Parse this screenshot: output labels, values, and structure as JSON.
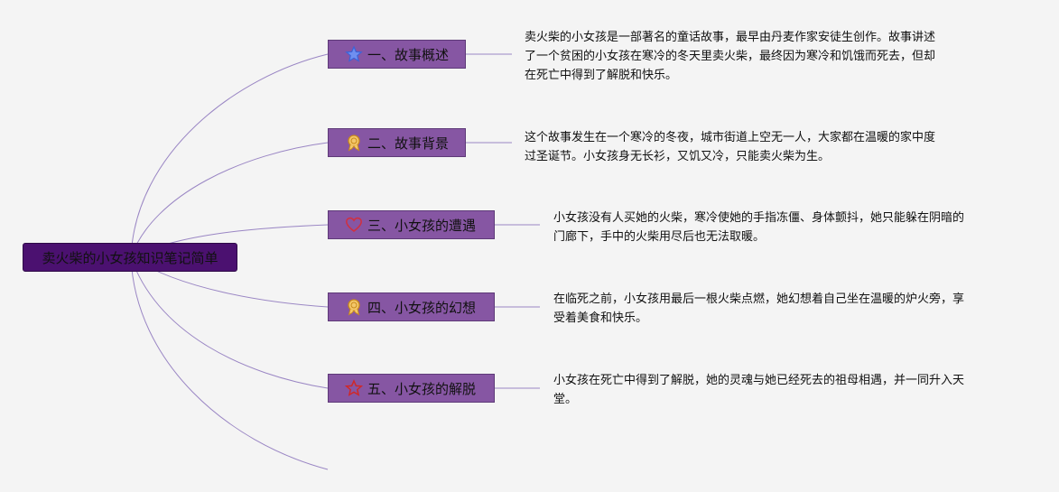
{
  "root": {
    "label": "卖火柴的小女孩知识笔记简单"
  },
  "branches": [
    {
      "label": "一、故事概述",
      "icon": "star-icon",
      "desc_lines": [
        "卖火柴的小女孩是一部著名的童话故事，最早由丹麦作家安徒生创作。故事讲述",
        "了一个贫困的小女孩在寒冷的冬天里卖火柴，最终因为寒冷和饥饿而死去，但却",
        "在死亡中得到了解脱和快乐。"
      ]
    },
    {
      "label": "二、故事背景",
      "icon": "award-ribbon-icon",
      "desc_lines": [
        "这个故事发生在一个寒冷的冬夜，城市街道上空无一人，大家都在温暖的家中度",
        "过圣诞节。小女孩身无长衫，又饥又冷，只能卖火柴为生。"
      ]
    },
    {
      "label": "三、小女孩的遭遇",
      "icon": "heart-icon",
      "desc_lines": [
        "小女孩没有人买她的火柴，寒冷使她的手指冻僵、身体颤抖，她只能躲在阴暗的",
        "门廊下，手中的火柴用尽后也无法取暖。"
      ]
    },
    {
      "label": "四、小女孩的幻想",
      "icon": "award-ribbon-icon",
      "desc_lines": [
        "在临死之前，小女孩用最后一根火柴点燃，她幻想着自己坐在温暖的炉火旁，享",
        "受着美食和快乐。"
      ]
    },
    {
      "label": "五、小女孩的解脱",
      "icon": "star-outline-icon",
      "desc_lines": [
        "小女孩在死亡中得到了解脱，她的灵魂与她已经死去的祖母相遇，并一同升入天",
        "堂。"
      ]
    }
  ],
  "colors": {
    "root_bg": "#4b1170",
    "branch_bg": "#8656a3",
    "connector": "#9a86c4",
    "star_blue": "#3b63d8",
    "heart_red": "#d03040",
    "star_red": "#d02828",
    "ribbon_gold": "#e0a030"
  }
}
